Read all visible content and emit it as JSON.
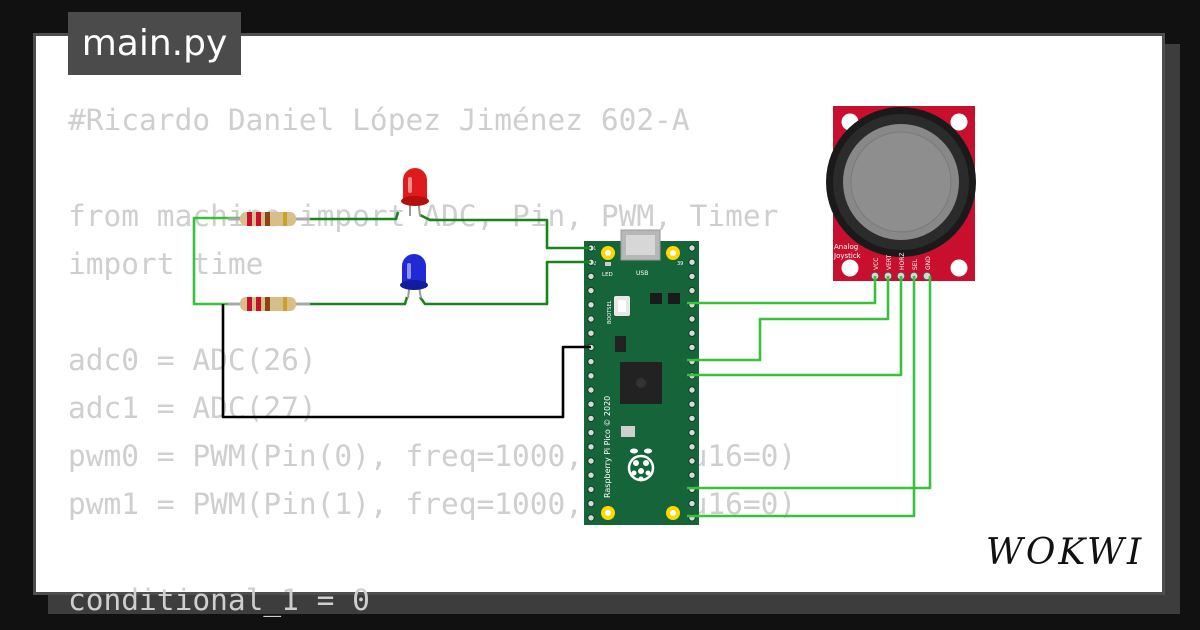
{
  "editor": {
    "tab_label": "main.py",
    "code_lines": [
      "#Ricardo Daniel López Jiménez 602-A",
      "",
      "from machine import ADC, Pin, PWM, Timer",
      "import time",
      "",
      "adc0 = ADC(26)",
      "adc1 = ADC(27)",
      "pwm0 = PWM(Pin(0), freq=1000, duty_u16=0)",
      "pwm1 = PWM(Pin(1), freq=1000, duty_u16=0)",
      "",
      "conditional_1 = 0"
    ]
  },
  "board": {
    "name_label": "Raspberry Pi Pico © 2020",
    "usb_label": "USB",
    "led_label": "LED",
    "bootsel_label": "BOOTSEL",
    "pin_label_top_left": "1",
    "pin_label_second_left": "2",
    "pin_label_top_right": "39"
  },
  "joystick": {
    "title_line1": "Analog",
    "title_line2": "Joystick",
    "pin_labels": [
      "VCC",
      "VERT",
      "HORZ",
      "SEL",
      "GND"
    ]
  },
  "leds": [
    {
      "color_name": "red",
      "color": "#e01b1b"
    },
    {
      "color_name": "blue",
      "color": "#1f2ad6"
    }
  ],
  "wire_colors": {
    "signal": "#18851a",
    "joystick": "#38c23a",
    "ground": "#000000"
  },
  "brand": {
    "logo_text": "WOKWI"
  }
}
